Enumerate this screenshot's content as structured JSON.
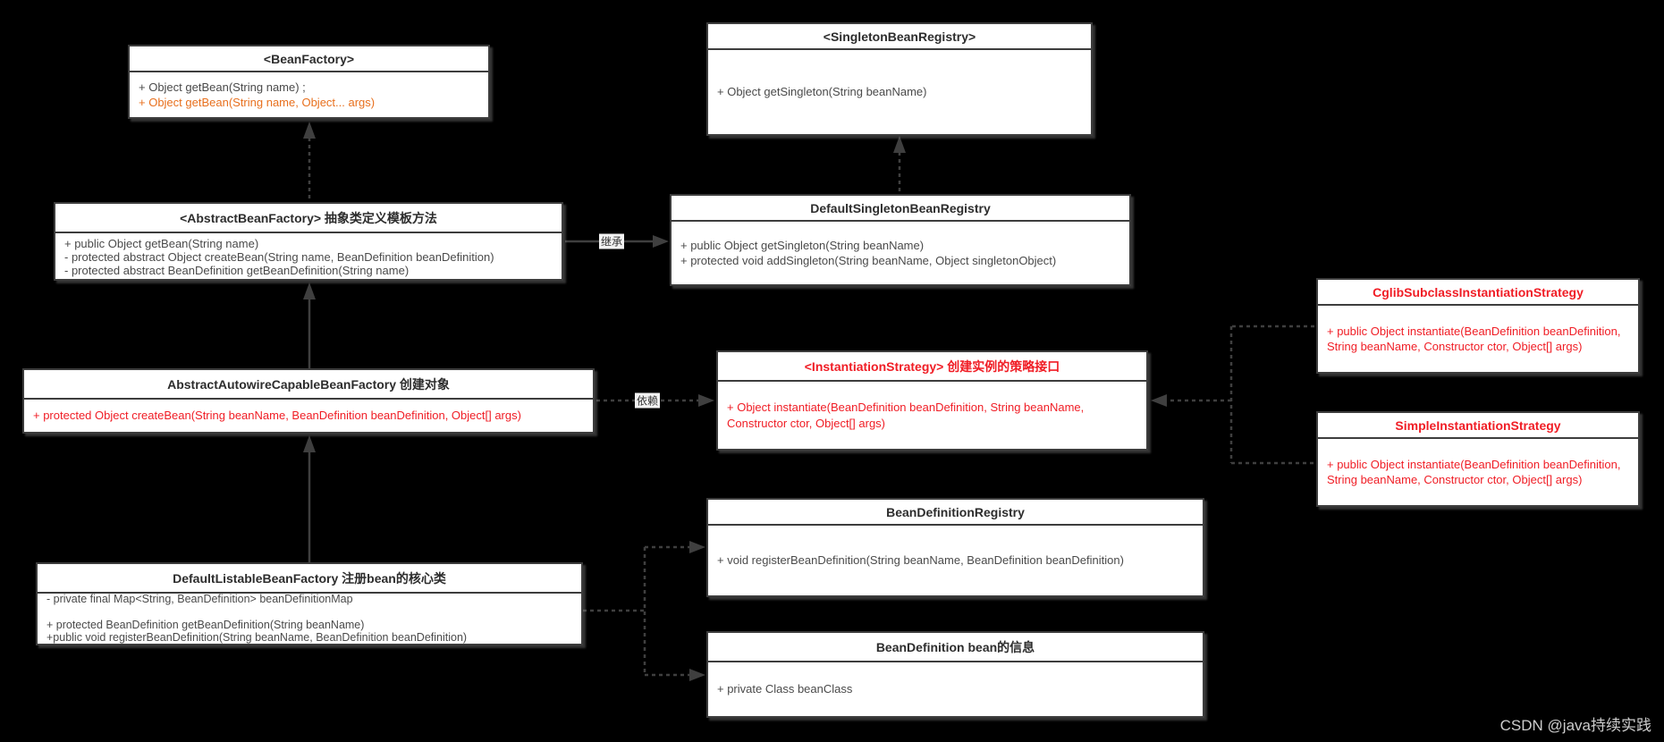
{
  "watermark": "CSDN @java持续实践",
  "edge_labels": {
    "inherit": "继承",
    "depend": "依赖"
  },
  "colors": {
    "background": "#000000",
    "box_fill": "#ffffff",
    "box_border": "#3d3d3d",
    "title_text": "#2d2d2d",
    "member_text": "#4a4a4a",
    "orange_text": "#e8701e",
    "red_text": "#f01d25",
    "arrow": "#3f3f3f",
    "watermark_text": "#cccccc"
  },
  "classes": {
    "bean_factory": {
      "title": "<BeanFactory>",
      "methods": [
        "+ Object getBean(String name) ;",
        "+ Object getBean(String name, Object... args)"
      ]
    },
    "singleton_bean_registry": {
      "title": "<SingletonBeanRegistry>",
      "methods": [
        "+  Object getSingleton(String beanName)"
      ]
    },
    "abstract_bean_factory": {
      "title": "<AbstractBeanFactory> 抽象类定义模板方法",
      "methods": [
        "+ public Object getBean(String name)",
        "- protected abstract Object createBean(String name, BeanDefinition beanDefinition)",
        "- protected abstract BeanDefinition getBeanDefinition(String name)"
      ]
    },
    "default_singleton_bean_registry": {
      "title": "DefaultSingletonBeanRegistry",
      "methods": [
        "+ public Object getSingleton(String beanName)",
        "+ protected void addSingleton(String beanName, Object singletonObject)"
      ]
    },
    "abstract_autowire_capable_bean_factory": {
      "title": "AbstractAutowireCapableBeanFactory 创建对象",
      "methods": [
        "+ protected Object createBean(String beanName, BeanDefinition beanDefinition, Object[] args)"
      ]
    },
    "instantiation_strategy": {
      "title": "<InstantiationStrategy>  创建实例的策略接口",
      "methods": [
        "+ Object instantiate(BeanDefinition beanDefinition, String beanName, Constructor ctor, Object[] args)"
      ]
    },
    "cglib_subclass_instantiation_strategy": {
      "title": "CglibSubclassInstantiationStrategy",
      "methods": [
        "+ public Object instantiate(BeanDefinition beanDefinition, String beanName, Constructor ctor, Object[] args)"
      ]
    },
    "simple_instantiation_strategy": {
      "title": "SimpleInstantiationStrategy",
      "methods": [
        "+ public Object instantiate(BeanDefinition beanDefinition, String beanName, Constructor ctor, Object[] args)"
      ]
    },
    "default_listable_bean_factory": {
      "title": "DefaultListableBeanFactory  注册bean的核心类",
      "methods": [
        "- private final Map<String, BeanDefinition> beanDefinitionMap",
        "",
        "+ protected BeanDefinition getBeanDefinition(String beanName)",
        "+public void registerBeanDefinition(String beanName, BeanDefinition beanDefinition)"
      ]
    },
    "bean_definition_registry": {
      "title": "BeanDefinitionRegistry",
      "methods": [
        "+ void registerBeanDefinition(String beanName, BeanDefinition beanDefinition)"
      ]
    },
    "bean_definition": {
      "title": "BeanDefinition  bean的信息",
      "methods": [
        "+ private Class beanClass"
      ]
    }
  }
}
